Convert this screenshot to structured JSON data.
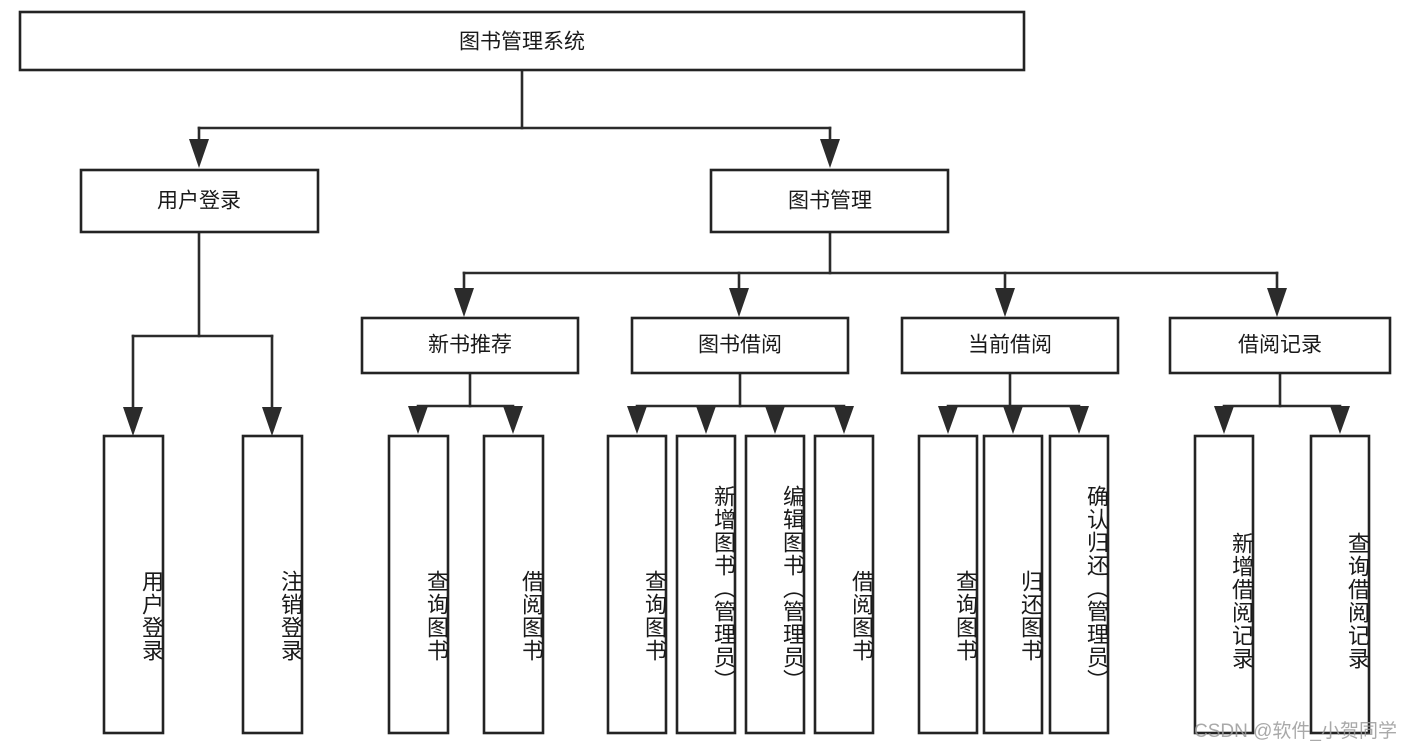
{
  "diagram": {
    "title": "图书管理系统",
    "type": "tree-hierarchy",
    "watermark": "CSDN @软件_小贺同学",
    "colors": {
      "background": "#ffffff",
      "box_stroke": "#232323",
      "connector": "#2b2b2b",
      "text": "#1a1a1a",
      "watermark": "#9b9b9b"
    },
    "root": {
      "label": "图书管理系统"
    },
    "level2": [
      {
        "label": "用户登录"
      },
      {
        "label": "图书管理"
      }
    ],
    "level3": [
      {
        "label": "新书推荐"
      },
      {
        "label": "图书借阅"
      },
      {
        "label": "当前借阅"
      },
      {
        "label": "借阅记录"
      }
    ],
    "leaves": {
      "user_login": [
        {
          "label": "用户登录"
        },
        {
          "label": "注销登录"
        }
      ],
      "new_book_recommend": [
        {
          "label": "查询图书"
        },
        {
          "label": "借阅图书"
        }
      ],
      "book_borrow": [
        {
          "label": "查询图书"
        },
        {
          "label": "新增图书（管理员）"
        },
        {
          "label": "编辑图书（管理员）"
        },
        {
          "label": "借阅图书"
        }
      ],
      "current_borrow": [
        {
          "label": "查询图书"
        },
        {
          "label": "归还图书"
        },
        {
          "label": "确认归还（管理员）"
        }
      ],
      "borrow_records": [
        {
          "label": "新增借阅记录"
        },
        {
          "label": "查询借阅记录"
        }
      ]
    }
  }
}
